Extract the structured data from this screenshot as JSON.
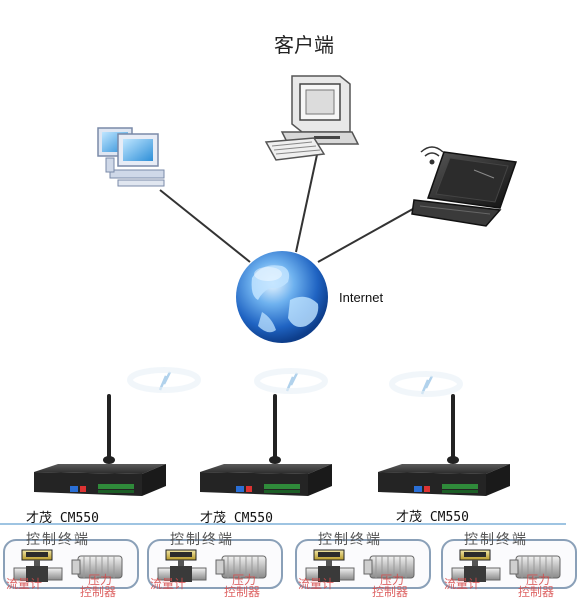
{
  "client_title": "客户端",
  "internet_label": "Internet",
  "devices": [
    {
      "label": "才茂 CM550"
    },
    {
      "label": "才茂 CM550"
    },
    {
      "label": "才茂 CM550_"
    }
  ],
  "terminal_groups": [
    {
      "title": "控制终端",
      "left_label": "流量计",
      "right_label_top": "压力",
      "right_label_bottom": "控制器"
    },
    {
      "title": "控制终端",
      "left_label": "流量计",
      "right_label_top": "压力",
      "right_label_bottom": "控制器"
    },
    {
      "title": "控制终端",
      "left_label": "流量计",
      "right_label_top": "压力",
      "right_label_bottom": "控制器"
    },
    {
      "title": "控制终端",
      "left_label": "流量计",
      "right_label_top": "压力",
      "right_label_bottom": "控制器"
    }
  ],
  "colors": {
    "link_line": "#333333",
    "globe_blue": "#2a78d6",
    "router_body": "#2b2b2b",
    "terminal_border": "#8aa0b8",
    "divider_line": "#7fb0d8",
    "label_red": "#d84a4a"
  },
  "icons": {
    "workstation": "desktop-computers-icon",
    "client_pc": "desktop-pc-icon",
    "laptop": "wireless-laptop-icon",
    "globe": "internet-globe-icon",
    "wireless": "wireless-signal-icon",
    "router": "3g-router-icon"
  }
}
